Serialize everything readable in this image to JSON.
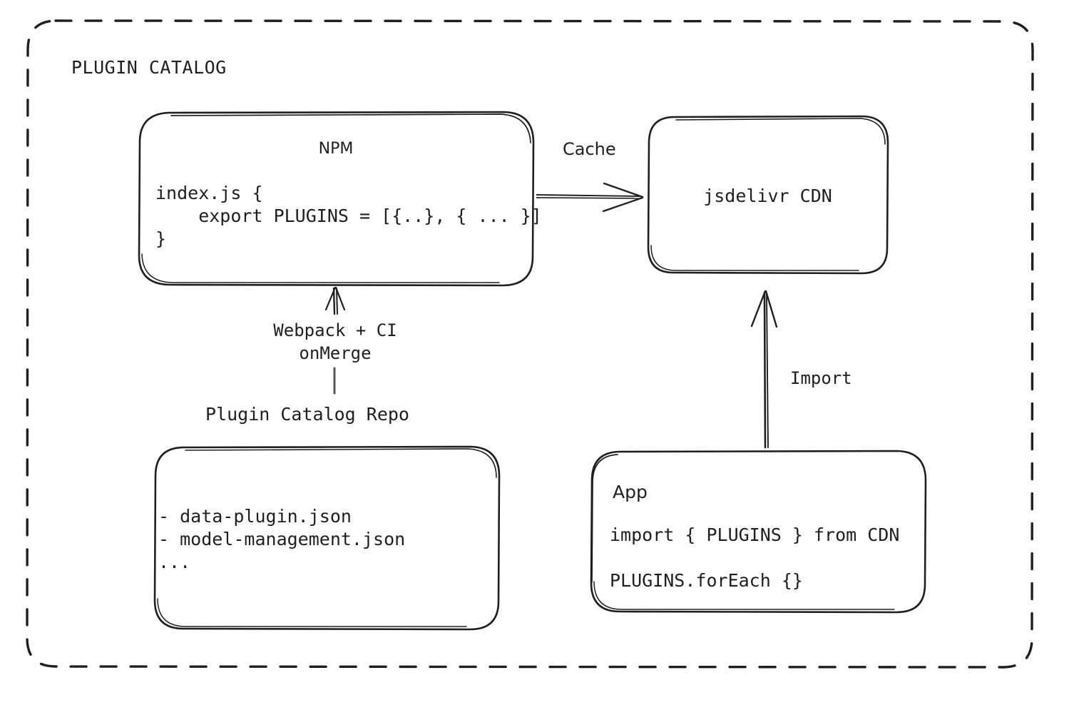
{
  "diagram": {
    "title": "PLUGIN CATALOG",
    "background_color": "#ffffff",
    "stroke_color": "#1f1f1f",
    "container_border_style": "dashed-rounded"
  },
  "nodes": {
    "npm": {
      "title": "NPM",
      "code": "index.js {\n    export PLUGINS = [{..}, { ... }]\n}"
    },
    "cdn": {
      "title": "jsdelivr CDN"
    },
    "repo": {
      "caption": "Plugin Catalog Repo",
      "files": "- data-plugin.json\n- model-management.json\n..."
    },
    "app": {
      "title": "App",
      "line1": "import { PLUGINS } from CDN",
      "line2": "PLUGINS.forEach {}"
    }
  },
  "edges": {
    "npm_to_cdn": {
      "label": "Cache"
    },
    "repo_to_npm": {
      "label": "Webpack + CI\nonMerge"
    },
    "app_to_cdn": {
      "label": "Import"
    }
  }
}
